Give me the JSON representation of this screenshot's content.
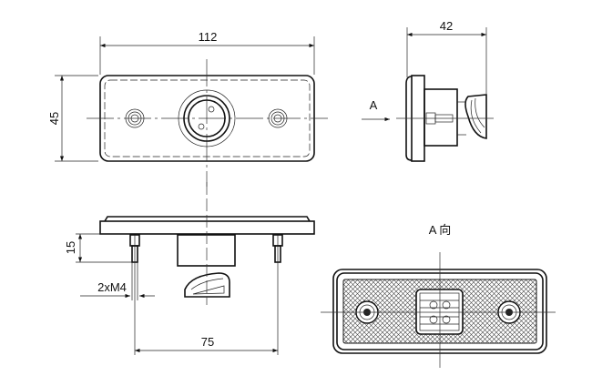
{
  "drawing": {
    "front_view": {
      "width_dim": "112",
      "height_dim": "45"
    },
    "side_view": {
      "depth_dim": "42",
      "view_arrow_label": "A"
    },
    "bottom_view": {
      "stud_length_dim": "15",
      "thread_dim": "2xM4",
      "stud_spacing_dim": "75"
    },
    "view_a": {
      "title": "A 向"
    }
  },
  "colors": {
    "line": "#111111",
    "background": "#ffffff"
  }
}
